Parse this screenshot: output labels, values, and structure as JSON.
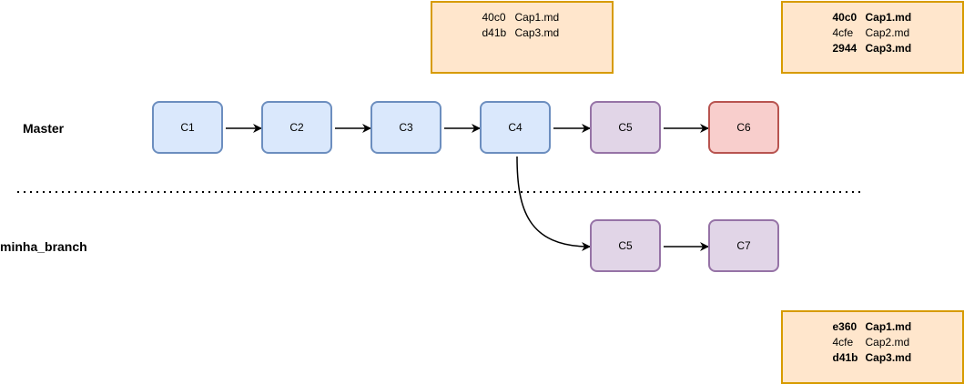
{
  "branches": {
    "master": "Master",
    "feature": "minha_branch"
  },
  "commits": {
    "c1": "C1",
    "c2": "C2",
    "c3": "C3",
    "c4": "C4",
    "c5_master": "C5",
    "c6": "C6",
    "c5_branch": "C5",
    "c7": "C7"
  },
  "notes": {
    "middle": [
      {
        "hash": "40c0",
        "file": "Cap1.md",
        "bold": false
      },
      {
        "hash": "d41b",
        "file": "Cap3.md",
        "bold": false
      }
    ],
    "top_right": [
      {
        "hash": "40c0",
        "file": "Cap1.md",
        "bold": true
      },
      {
        "hash": "4cfe",
        "file": "Cap2.md",
        "bold": false
      },
      {
        "hash": "2944",
        "file": "Cap3.md",
        "bold": true
      }
    ],
    "bottom_right": [
      {
        "hash": "e360",
        "file": "Cap1.md",
        "bold": true
      },
      {
        "hash": "4cfe",
        "file": "Cap2.md",
        "bold": false
      },
      {
        "hash": "d41b",
        "file": "Cap3.md",
        "bold": true
      }
    ]
  },
  "colors": {
    "blue_fill": "#dae8fc",
    "blue_stroke": "#6c8ebf",
    "purple_fill": "#e1d5e7",
    "purple_stroke": "#9673a6",
    "red_fill": "#f8cecc",
    "red_stroke": "#b85450",
    "note_fill": "#ffe6cc",
    "note_stroke": "#d79b00"
  }
}
